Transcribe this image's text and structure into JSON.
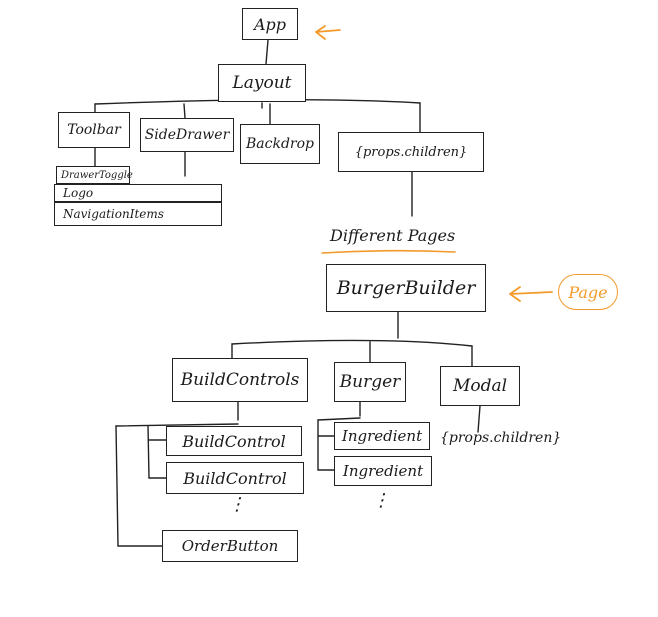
{
  "diagram": {
    "nodes": {
      "app": "App",
      "layout": "Layout",
      "toolbar": "Toolbar",
      "side_drawer": "SideDrawer",
      "backdrop": "Backdrop",
      "props_children_top": "{props.children}",
      "drawer_toggle": "DrawerToggle",
      "logo": "Logo",
      "navigation_items": "NavigationItems",
      "different_pages": "Different Pages",
      "burger_builder": "BurgerBuilder",
      "page_label": "Page",
      "build_controls": "BuildControls",
      "burger": "Burger",
      "modal": "Modal",
      "build_control_1": "BuildControl",
      "build_control_2": "BuildControl",
      "ingredient_1": "Ingredient",
      "ingredient_2": "Ingredient",
      "props_children_modal": "{props.children}",
      "ellipsis_controls": "⋮",
      "ellipsis_ingredients": "⋮",
      "order_button": "OrderButton"
    },
    "colors": {
      "ink": "#222222",
      "accent": "#f39a2b"
    }
  }
}
